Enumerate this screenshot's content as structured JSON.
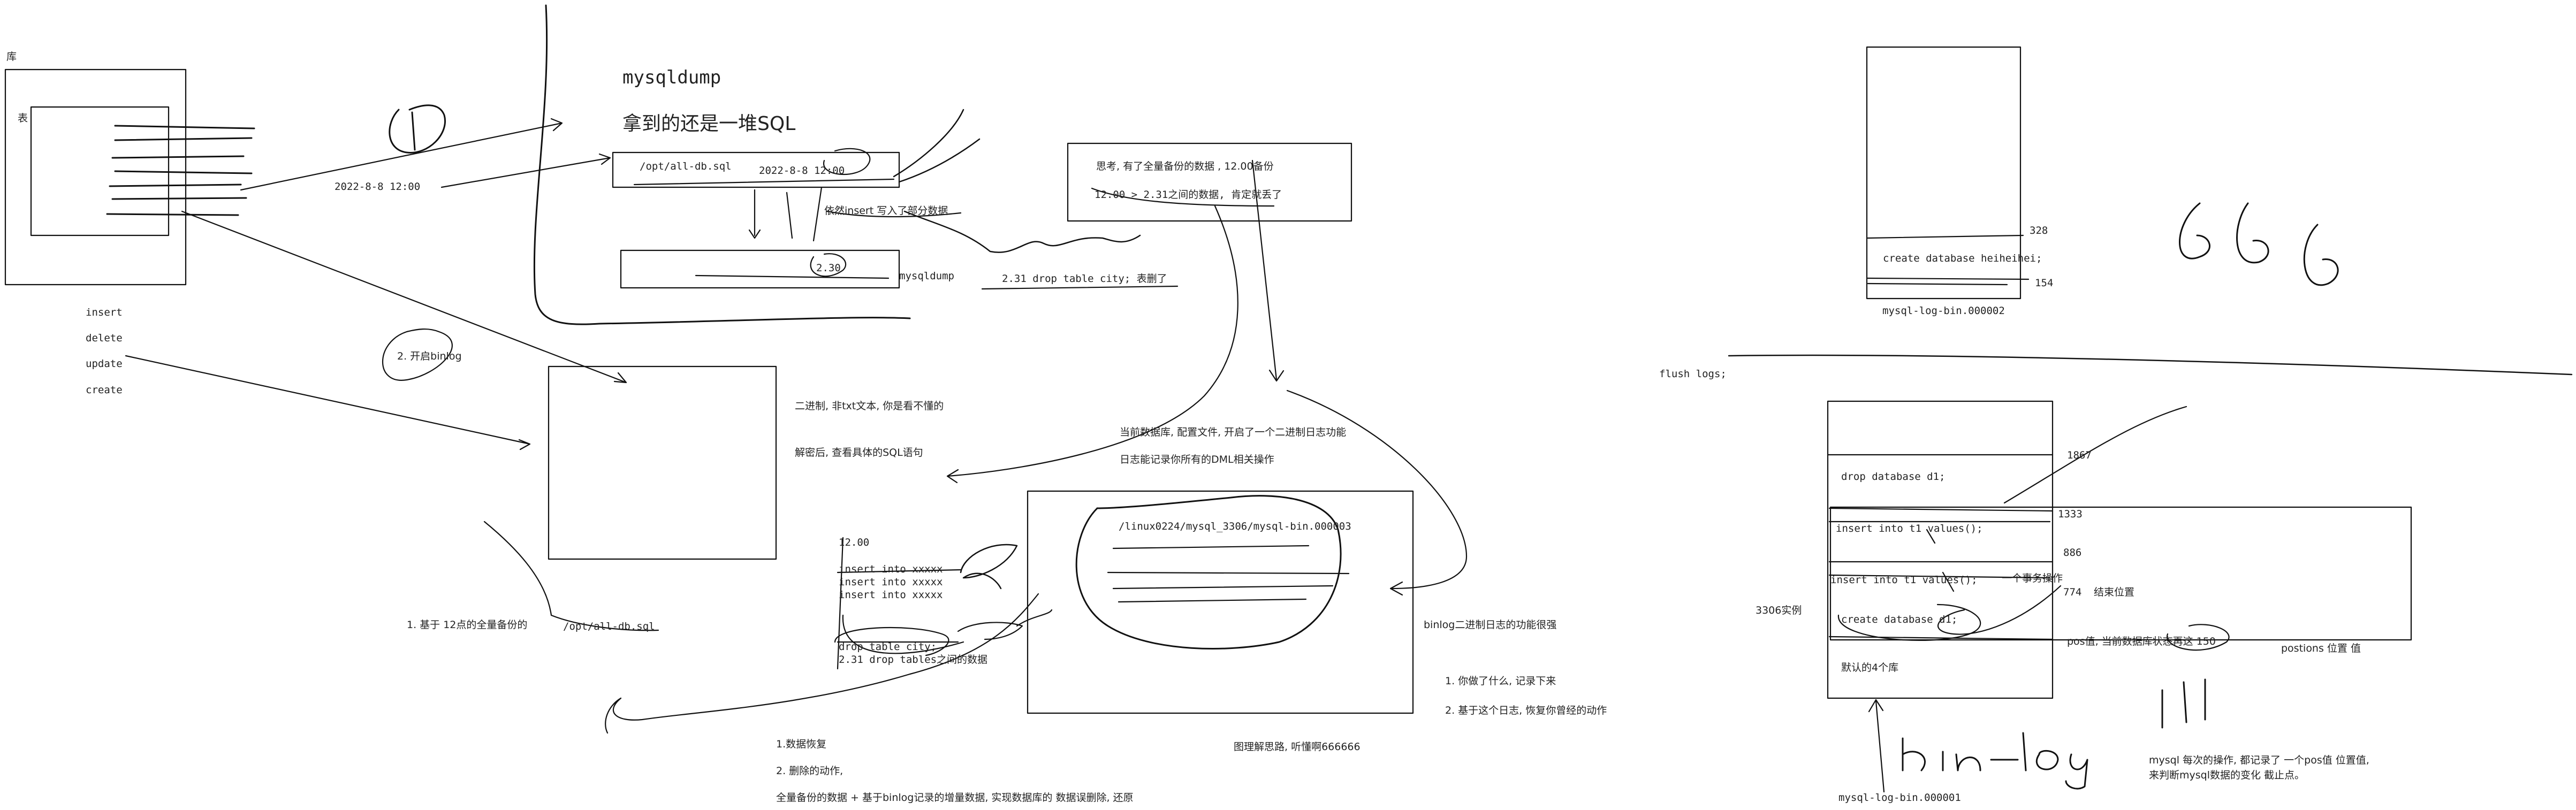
{
  "left": {
    "ku": "库",
    "biao": "表",
    "ops": [
      "insert",
      "delete",
      "update",
      "create"
    ],
    "date1": "2022-8-8  12:00",
    "enable_binlog": "2. 开启binlog",
    "full_backup": "1. 基于 12点的全量备份的",
    "backup_path": "/opt/all-db.sql"
  },
  "mysqldump": {
    "title": "mysqldump",
    "subtitle": "拿到的还是一堆SQL",
    "file": "/opt/all-db.sql",
    "date2": "2022-8-8  12:00",
    "partial": "依然insert 写入了部分数据",
    "time230": "2.30",
    "mysqldump_label": "mysqldump",
    "drop": "2.31 drop table city; 表删了"
  },
  "think": {
    "line1": "思考,  有了全量备份的数据 , 12.00备份",
    "line2": "12.00  >   2.31之间的数据, 肯定就丢了"
  },
  "binlog_desc": {
    "binary": "二进制, 非txt文本, 你是看不懂的",
    "decode": "解密后, 查看具体的SQL语句",
    "current": "当前数据库, 配置文件, 开启了一个二进制日志功能",
    "log_dml": "日志能记录你所有的DML相关操作"
  },
  "sql_list": {
    "time": "12.00",
    "inserts": [
      "insert into xxxxx",
      "insert into xxxxx",
      "insert into xxxxx"
    ],
    "drop": "drop table city;",
    "between": "2.31 drop tables之间的数据"
  },
  "binlog_file": "/linux0224/mysql_3306/mysql-bin.000003",
  "binlog_func": {
    "title": "binlog二进制日志的功能很强",
    "p1": "1. 你做了什么, 记录下来",
    "p2": "2. 基于这个日志, 恢复你曾经的动作"
  },
  "bottom": {
    "recover": "1.数据恢复",
    "delete": "2. 删除的动作,",
    "full": "全量备份的数据 +   基于binlog记录的增量数据, 实现数据库的  数据误删除, 还原",
    "understand": "图理解思路, 听懂啊666666"
  },
  "right": {
    "n328": "328",
    "create_db": "create database heiheihei;",
    "n154": "154",
    "file2": "mysql-log-bin.000002",
    "flush": "flush logs;",
    "n1867": "1867",
    "drop_db": "drop database d1;",
    "n1333": "1333",
    "insert1": "insert into  t1  values();",
    "n886": "886",
    "insert2": "insert into  t1  values();",
    "one_tx": "一个事务操作",
    "n774": "774",
    "end_pos": "结束位置",
    "create_d1": "create database  d1;",
    "instance": "3306实例",
    "pos": "pos值, 当前数据库状态再这 150",
    "positions": "postions 位置 值",
    "default_db": "默认的4个库",
    "file1": "mysql-log-bin.000001",
    "mysql_note1": "mysql   每次的操作, 都记录了 一个pos值 位置值,",
    "mysql_note2": "来判断mysql数据的变化 截止点。"
  }
}
